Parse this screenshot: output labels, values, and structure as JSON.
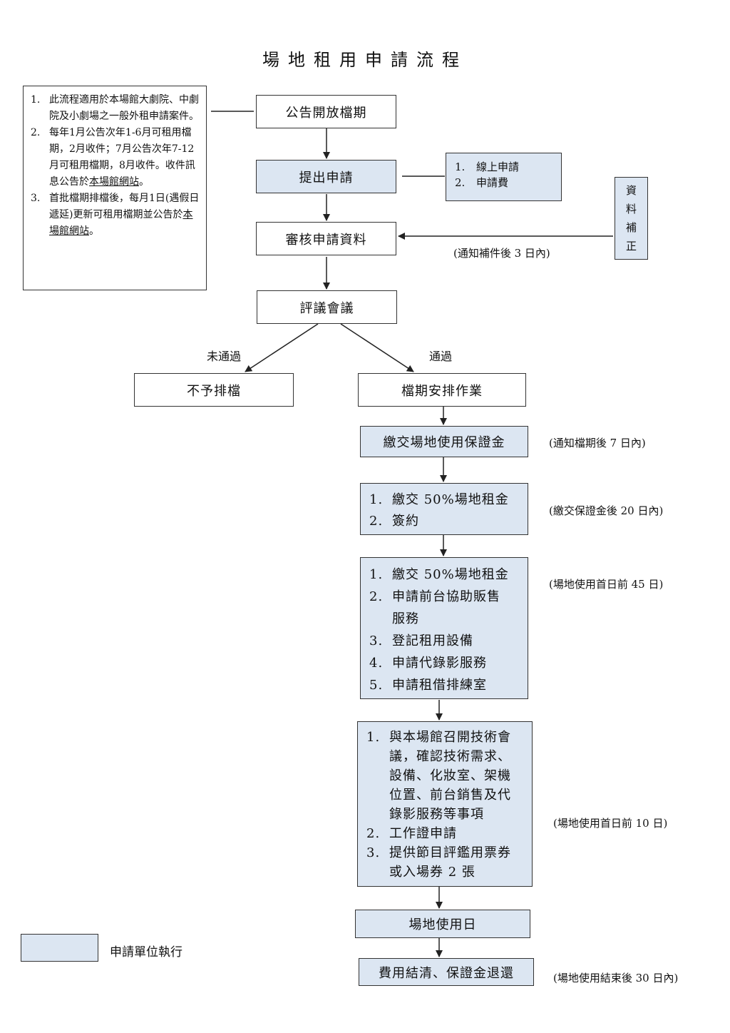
{
  "title": "場地租用申請流程",
  "notes": {
    "items": [
      {
        "num": "1.",
        "text": "此流程適用於本場館大劇院、中劇院及小劇場之一般外租申請案件。"
      },
      {
        "num": "2.",
        "text_before": "每年1月公告次年1-6月可租用檔期，2月收件；7月公告次年7-12月可租用檔期，8月收件。收件訊息公告於",
        "link": "本場館網站",
        "text_after": "。"
      },
      {
        "num": "3.",
        "text_before": "首批檔期排檔後，每月1日(遇假日遞延)更新可租用檔期並公告於",
        "link": "本場館網站",
        "text_after": "。"
      }
    ]
  },
  "steps": {
    "announce": "公告開放檔期",
    "apply": "提出申請",
    "review": "審核申請資料",
    "meeting": "評議會議",
    "reject": "不予排檔",
    "schedule": "檔期安排作業",
    "deposit": "繳交場地使用保證金",
    "use_day": "場地使用日",
    "settle": "費用結清、保證金退還"
  },
  "apply_list": [
    {
      "num": "1.",
      "text": "線上申請"
    },
    {
      "num": "2.",
      "text": "申請費"
    }
  ],
  "supplement": [
    "資",
    "料",
    "補",
    "正"
  ],
  "branch": {
    "fail": "未通過",
    "pass": "通過"
  },
  "pay50": [
    {
      "num": "1.",
      "text": "繳交 50%場地租金"
    },
    {
      "num": "2.",
      "text": "簽約"
    }
  ],
  "pay50b": [
    {
      "num": "1.",
      "text": "繳交 50%場地租金"
    },
    {
      "num": "2.",
      "text": "申請前台協助販售"
    },
    {
      "num": "",
      "text": "服務"
    },
    {
      "num": "3.",
      "text": "登記租用設備"
    },
    {
      "num": "4.",
      "text": "申請代錄影服務"
    },
    {
      "num": "5.",
      "text": "申請租借排練室"
    }
  ],
  "tech": [
    {
      "num": "1.",
      "text": "與本場館召開技術會"
    },
    {
      "num": "",
      "text": "議，確認技術需求、"
    },
    {
      "num": "",
      "text": "設備、化妝室、架機"
    },
    {
      "num": "",
      "text": "位置、前台銷售及代"
    },
    {
      "num": "",
      "text": "錄影服務等事項"
    },
    {
      "num": "2.",
      "text": "工作證申請"
    },
    {
      "num": "3.",
      "text": "提供節目評鑑用票券"
    },
    {
      "num": "",
      "text": "或入場券 2 張"
    }
  ],
  "times": {
    "review": "(通知補件後 3 日內)",
    "deposit": "(通知檔期後 7 日內)",
    "pay50": "(繳交保證金後 20 日內)",
    "pay50b": "(場地使用首日前 45 日)",
    "tech": "(場地使用首日前 10 日)",
    "settle": "(場地使用結束後 30 日內)"
  },
  "legend": {
    "label": "申請單位執行",
    "color": "#dce6f2"
  },
  "colors": {
    "applicant_fill": "#dce6f2",
    "stroke": "#333333"
  }
}
